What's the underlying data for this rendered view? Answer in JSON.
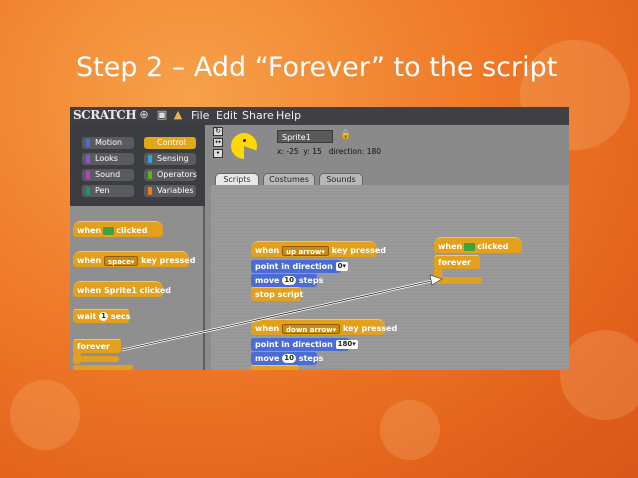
{
  "slide": {
    "title": "Step 2 – Add “Forever” to the script"
  },
  "app": {
    "logo": "SCRATCH",
    "menus": [
      "File",
      "Edit",
      "Share",
      "Help"
    ]
  },
  "categories": [
    {
      "label": "Motion",
      "color": "#4a6cd4"
    },
    {
      "label": "Control",
      "color": "#e1a91a",
      "selected": true
    },
    {
      "label": "Looks",
      "color": "#8a55d7"
    },
    {
      "label": "Sensing",
      "color": "#2ca5e2"
    },
    {
      "label": "Sound",
      "color": "#bb42c3"
    },
    {
      "label": "Operators",
      "color": "#5cb712"
    },
    {
      "label": "Pen",
      "color": "#0e9a6c"
    },
    {
      "label": "Variables",
      "color": "#ee7d16"
    }
  ],
  "palette_blocks": {
    "when_flag": {
      "pre": "when",
      "post": "clicked"
    },
    "when_key": {
      "pre": "when",
      "key": "space",
      "post": "key pressed"
    },
    "when_sprite": {
      "text": "when Sprite1 clicked"
    },
    "wait": {
      "pre": "wait",
      "num": "1",
      "post": "secs"
    },
    "forever": {
      "text": "forever"
    }
  },
  "sprite": {
    "name": "Sprite1",
    "x_label": "x:",
    "x_value": "-25",
    "y_label": "y:",
    "y_value": "15",
    "direction_label": "direction:",
    "direction_value": "180"
  },
  "tabs": [
    "Scripts",
    "Costumes",
    "Sounds"
  ],
  "scripts": {
    "s1_hat": {
      "pre": "when",
      "key": "up arrow",
      "post": "key pressed"
    },
    "s1_point": {
      "pre": "point in direction",
      "val": "0"
    },
    "s1_move": {
      "pre": "move",
      "val": "10",
      "post": "steps"
    },
    "s1_stop": {
      "text": "stop script"
    },
    "s2_hat": {
      "pre": "when",
      "key": "down arrow",
      "post": "key pressed"
    },
    "s2_point": {
      "pre": "point in direction",
      "val": "180"
    },
    "s2_move": {
      "pre": "move",
      "val": "10",
      "post": "steps"
    },
    "s3_hat": {
      "pre": "when",
      "post": "clicked"
    },
    "s3_forever": {
      "text": "forever"
    }
  }
}
